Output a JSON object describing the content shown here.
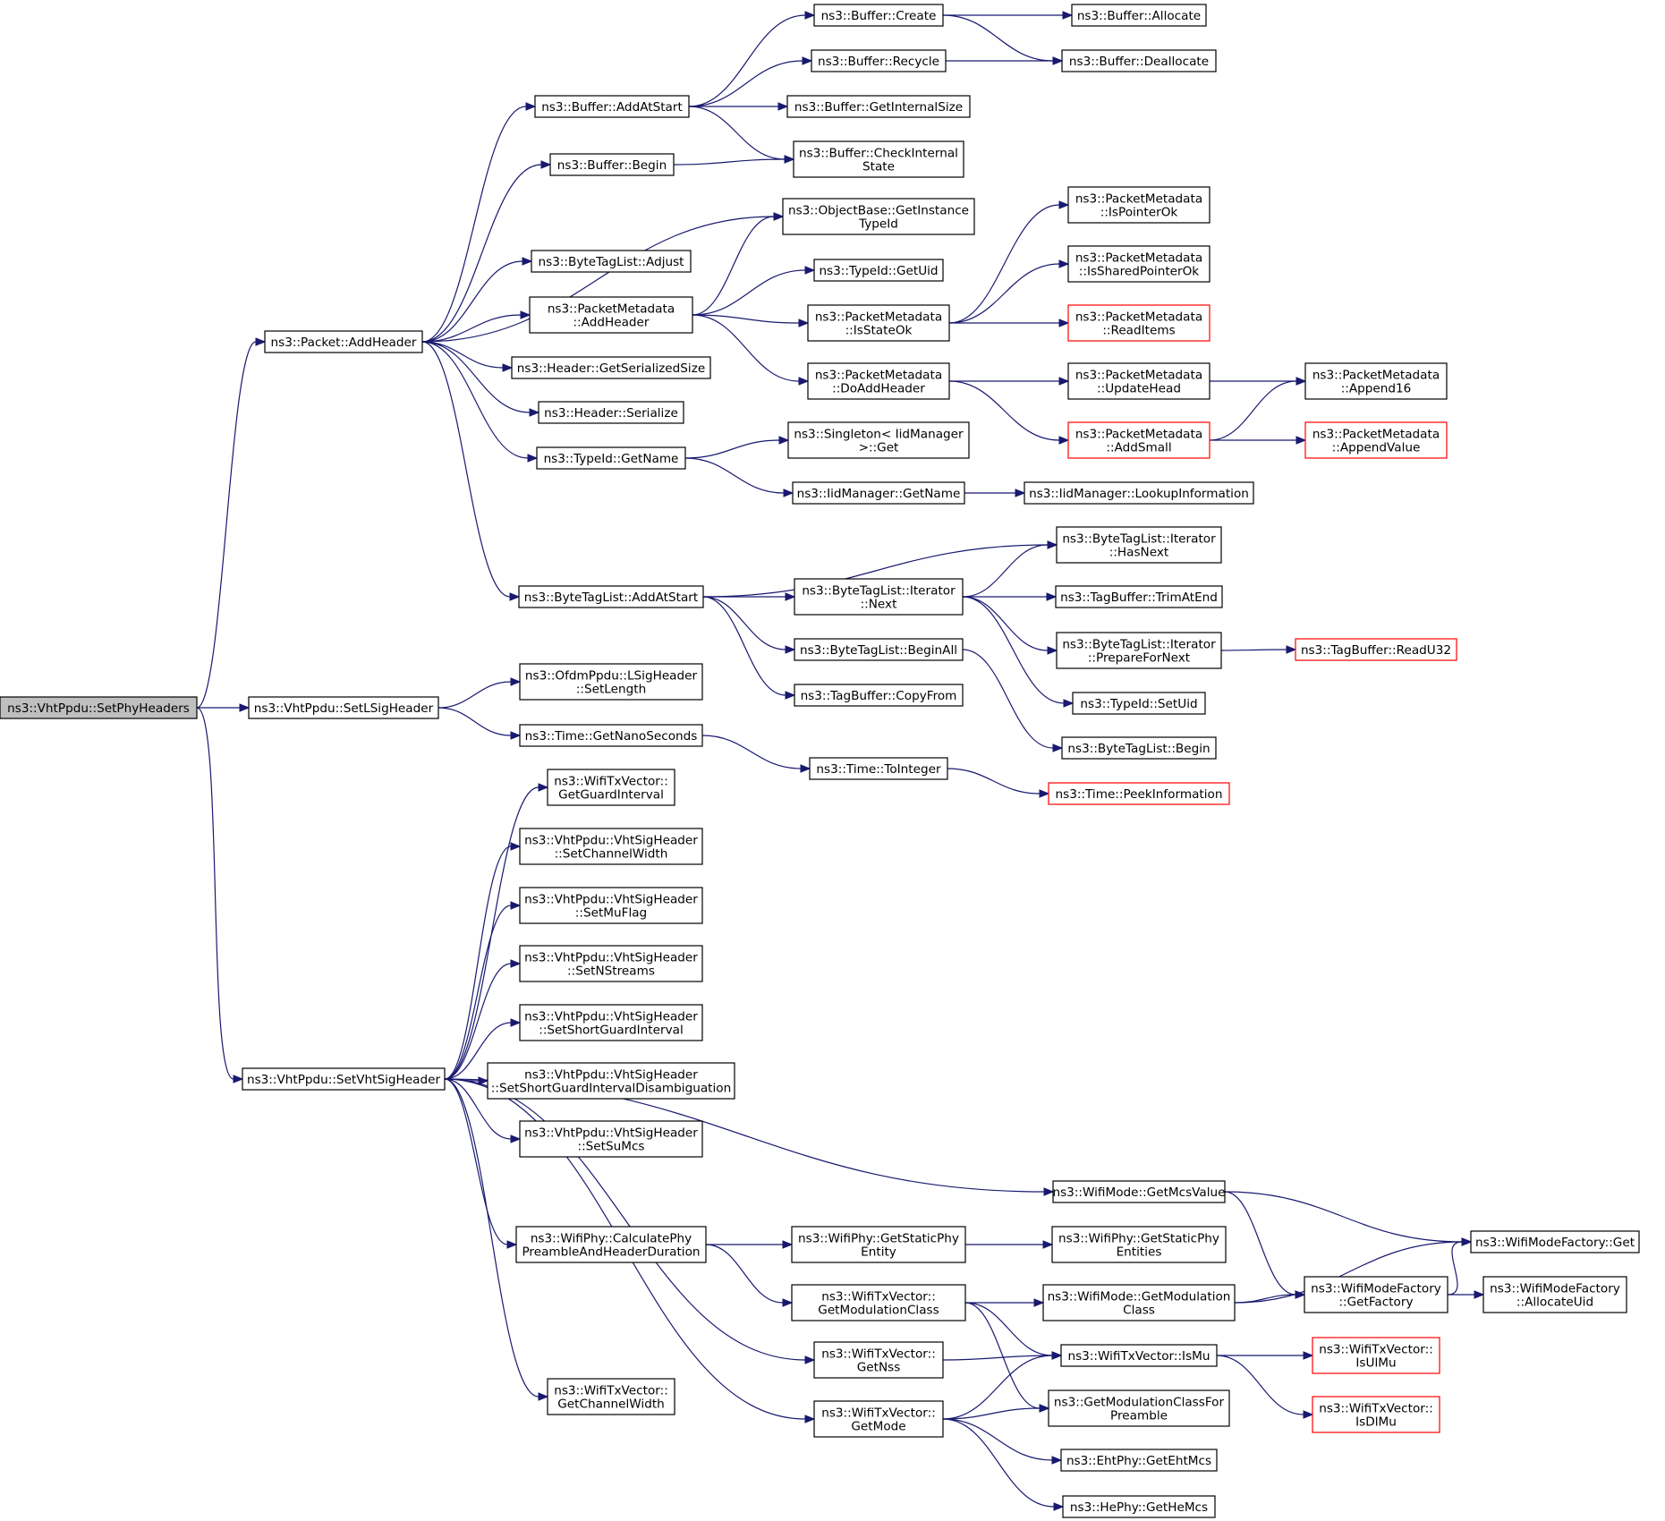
{
  "graph": {
    "root": "n0",
    "colors": {
      "edge": "#191970",
      "node_border": "#000000",
      "truncated_border": "#ff0000",
      "root_fill": "#bfbfbf",
      "node_fill": "#ffffff"
    },
    "nodes": [
      {
        "id": "n0",
        "lines": [
          "ns3::VhtPpdu::SetPhyHeaders"
        ],
        "style": "root"
      },
      {
        "id": "n1",
        "lines": [
          "ns3::Packet::AddHeader"
        ],
        "style": "normal"
      },
      {
        "id": "n2",
        "lines": [
          "ns3::VhtPpdu::SetLSigHeader"
        ],
        "style": "normal"
      },
      {
        "id": "n3",
        "lines": [
          "ns3::VhtPpdu::SetVhtSigHeader"
        ],
        "style": "normal"
      },
      {
        "id": "n4",
        "lines": [
          "ns3::Buffer::AddAtStart"
        ],
        "style": "normal"
      },
      {
        "id": "n5",
        "lines": [
          "ns3::Buffer::Begin"
        ],
        "style": "normal"
      },
      {
        "id": "n6",
        "lines": [
          "ns3::ObjectBase::GetInstance",
          "TypeId"
        ],
        "style": "normal"
      },
      {
        "id": "n7",
        "lines": [
          "ns3::ByteTagList::Adjust"
        ],
        "style": "normal"
      },
      {
        "id": "n8",
        "lines": [
          "ns3::PacketMetadata",
          "::AddHeader"
        ],
        "style": "normal"
      },
      {
        "id": "n9",
        "lines": [
          "ns3::Header::GetSerializedSize"
        ],
        "style": "normal"
      },
      {
        "id": "n10",
        "lines": [
          "ns3::Header::Serialize"
        ],
        "style": "normal"
      },
      {
        "id": "n11",
        "lines": [
          "ns3::TypeId::GetName"
        ],
        "style": "normal"
      },
      {
        "id": "n12",
        "lines": [
          "ns3::ByteTagList::AddAtStart"
        ],
        "style": "normal"
      },
      {
        "id": "n13",
        "lines": [
          "ns3::Buffer::Create"
        ],
        "style": "normal"
      },
      {
        "id": "n14",
        "lines": [
          "ns3::Buffer::Recycle"
        ],
        "style": "normal"
      },
      {
        "id": "n15",
        "lines": [
          "ns3::Buffer::GetInternalSize"
        ],
        "style": "normal"
      },
      {
        "id": "n16",
        "lines": [
          "ns3::Buffer::CheckInternal",
          "State"
        ],
        "style": "normal"
      },
      {
        "id": "n17",
        "lines": [
          "ns3::Buffer::Allocate"
        ],
        "style": "normal"
      },
      {
        "id": "n18",
        "lines": [
          "ns3::Buffer::Deallocate"
        ],
        "style": "normal"
      },
      {
        "id": "n19",
        "lines": [
          "ns3::TypeId::GetUid"
        ],
        "style": "normal"
      },
      {
        "id": "n20",
        "lines": [
          "ns3::PacketMetadata",
          "::IsStateOk"
        ],
        "style": "normal"
      },
      {
        "id": "n21",
        "lines": [
          "ns3::PacketMetadata",
          "::DoAddHeader"
        ],
        "style": "normal"
      },
      {
        "id": "n22",
        "lines": [
          "ns3::PacketMetadata",
          "::IsPointerOk"
        ],
        "style": "normal"
      },
      {
        "id": "n23",
        "lines": [
          "ns3::PacketMetadata",
          "::IsSharedPointerOk"
        ],
        "style": "normal"
      },
      {
        "id": "n24",
        "lines": [
          "ns3::PacketMetadata",
          "::ReadItems"
        ],
        "style": "truncated"
      },
      {
        "id": "n25",
        "lines": [
          "ns3::PacketMetadata",
          "::UpdateHead"
        ],
        "style": "normal"
      },
      {
        "id": "n26",
        "lines": [
          "ns3::PacketMetadata",
          "::AddSmall"
        ],
        "style": "truncated"
      },
      {
        "id": "n27",
        "lines": [
          "ns3::PacketMetadata",
          "::Append16"
        ],
        "style": "normal"
      },
      {
        "id": "n28",
        "lines": [
          "ns3::PacketMetadata",
          "::AppendValue"
        ],
        "style": "truncated"
      },
      {
        "id": "n29",
        "lines": [
          "ns3::Singleton< IidManager",
          " >::Get"
        ],
        "style": "normal"
      },
      {
        "id": "n30",
        "lines": [
          "ns3::IidManager::GetName"
        ],
        "style": "normal"
      },
      {
        "id": "n31",
        "lines": [
          "ns3::IidManager::LookupInformation"
        ],
        "style": "normal"
      },
      {
        "id": "n32",
        "lines": [
          "ns3::ByteTagList::Iterator",
          "::Next"
        ],
        "style": "normal"
      },
      {
        "id": "n33",
        "lines": [
          "ns3::ByteTagList::BeginAll"
        ],
        "style": "normal"
      },
      {
        "id": "n34",
        "lines": [
          "ns3::TagBuffer::CopyFrom"
        ],
        "style": "normal"
      },
      {
        "id": "n35",
        "lines": [
          "ns3::ByteTagList::Iterator",
          "::HasNext"
        ],
        "style": "normal"
      },
      {
        "id": "n36",
        "lines": [
          "ns3::TagBuffer::TrimAtEnd"
        ],
        "style": "normal"
      },
      {
        "id": "n37",
        "lines": [
          "ns3::ByteTagList::Iterator",
          "::PrepareForNext"
        ],
        "style": "normal"
      },
      {
        "id": "n38",
        "lines": [
          "ns3::TagBuffer::ReadU32"
        ],
        "style": "truncated"
      },
      {
        "id": "n39",
        "lines": [
          "ns3::TypeId::SetUid"
        ],
        "style": "normal"
      },
      {
        "id": "n40",
        "lines": [
          "ns3::ByteTagList::Begin"
        ],
        "style": "normal"
      },
      {
        "id": "n41",
        "lines": [
          "ns3::OfdmPpdu::LSigHeader",
          "::SetLength"
        ],
        "style": "normal"
      },
      {
        "id": "n42",
        "lines": [
          "ns3::Time::GetNanoSeconds"
        ],
        "style": "normal"
      },
      {
        "id": "n43",
        "lines": [
          "ns3::Time::ToInteger"
        ],
        "style": "normal"
      },
      {
        "id": "n44",
        "lines": [
          "ns3::Time::PeekInformation"
        ],
        "style": "truncated"
      },
      {
        "id": "n45",
        "lines": [
          "ns3::WifiTxVector::",
          "GetGuardInterval"
        ],
        "style": "normal"
      },
      {
        "id": "n46",
        "lines": [
          "ns3::VhtPpdu::VhtSigHeader",
          "::SetChannelWidth"
        ],
        "style": "normal"
      },
      {
        "id": "n47",
        "lines": [
          "ns3::VhtPpdu::VhtSigHeader",
          "::SetMuFlag"
        ],
        "style": "normal"
      },
      {
        "id": "n48",
        "lines": [
          "ns3::VhtPpdu::VhtSigHeader",
          "::SetNStreams"
        ],
        "style": "normal"
      },
      {
        "id": "n49",
        "lines": [
          "ns3::VhtPpdu::VhtSigHeader",
          "::SetShortGuardInterval"
        ],
        "style": "normal"
      },
      {
        "id": "n50",
        "lines": [
          "ns3::VhtPpdu::VhtSigHeader",
          "::SetShortGuardIntervalDisambiguation"
        ],
        "style": "normal"
      },
      {
        "id": "n51",
        "lines": [
          "ns3::VhtPpdu::VhtSigHeader",
          "::SetSuMcs"
        ],
        "style": "normal"
      },
      {
        "id": "n52",
        "lines": [
          "ns3::WifiMode::GetMcsValue"
        ],
        "style": "normal"
      },
      {
        "id": "n53",
        "lines": [
          "ns3::WifiPhy::CalculatePhy",
          "PreambleAndHeaderDuration"
        ],
        "style": "normal"
      },
      {
        "id": "n54",
        "lines": [
          "ns3::WifiTxVector::",
          "GetNss"
        ],
        "style": "normal"
      },
      {
        "id": "n55",
        "lines": [
          "ns3::WifiTxVector::",
          "GetChannelWidth"
        ],
        "style": "normal"
      },
      {
        "id": "n56",
        "lines": [
          "ns3::WifiTxVector::",
          "GetMode"
        ],
        "style": "normal"
      },
      {
        "id": "n57",
        "lines": [
          "ns3::WifiModeFactory::Get"
        ],
        "style": "normal"
      },
      {
        "id": "n58",
        "lines": [
          "ns3::WifiModeFactory",
          "::GetFactory"
        ],
        "style": "normal"
      },
      {
        "id": "n59",
        "lines": [
          "ns3::WifiPhy::GetStaticPhy",
          "Entity"
        ],
        "style": "normal"
      },
      {
        "id": "n60",
        "lines": [
          "ns3::WifiTxVector::",
          "GetModulationClass"
        ],
        "style": "normal"
      },
      {
        "id": "n61",
        "lines": [
          "ns3::WifiPhy::GetStaticPhy",
          "Entities"
        ],
        "style": "normal"
      },
      {
        "id": "n62",
        "lines": [
          "ns3::WifiMode::GetModulation",
          "Class"
        ],
        "style": "normal"
      },
      {
        "id": "n63",
        "lines": [
          "ns3::WifiTxVector::IsMu"
        ],
        "style": "normal"
      },
      {
        "id": "n64",
        "lines": [
          "ns3::GetModulationClassFor",
          "Preamble"
        ],
        "style": "normal"
      },
      {
        "id": "n65",
        "lines": [
          "ns3::WifiModeFactory",
          "::AllocateUid"
        ],
        "style": "normal"
      },
      {
        "id": "n66",
        "lines": [
          "ns3::WifiTxVector::",
          "IsUlMu"
        ],
        "style": "truncated"
      },
      {
        "id": "n67",
        "lines": [
          "ns3::WifiTxVector::",
          "IsDlMu"
        ],
        "style": "truncated"
      },
      {
        "id": "n68",
        "lines": [
          "ns3::EhtPhy::GetEhtMcs"
        ],
        "style": "normal"
      },
      {
        "id": "n69",
        "lines": [
          "ns3::HePhy::GetHeMcs"
        ],
        "style": "normal"
      }
    ],
    "edges": [
      [
        "n0",
        "n1"
      ],
      [
        "n0",
        "n2"
      ],
      [
        "n0",
        "n3"
      ],
      [
        "n1",
        "n4"
      ],
      [
        "n1",
        "n5"
      ],
      [
        "n1",
        "n6"
      ],
      [
        "n1",
        "n7"
      ],
      [
        "n1",
        "n8"
      ],
      [
        "n1",
        "n9"
      ],
      [
        "n1",
        "n10"
      ],
      [
        "n1",
        "n11"
      ],
      [
        "n1",
        "n12"
      ],
      [
        "n4",
        "n13"
      ],
      [
        "n4",
        "n14"
      ],
      [
        "n4",
        "n15"
      ],
      [
        "n4",
        "n16"
      ],
      [
        "n5",
        "n16"
      ],
      [
        "n13",
        "n17"
      ],
      [
        "n13",
        "n18"
      ],
      [
        "n14",
        "n18"
      ],
      [
        "n8",
        "n6"
      ],
      [
        "n8",
        "n19"
      ],
      [
        "n8",
        "n20"
      ],
      [
        "n8",
        "n21"
      ],
      [
        "n20",
        "n22"
      ],
      [
        "n20",
        "n23"
      ],
      [
        "n20",
        "n24"
      ],
      [
        "n21",
        "n25"
      ],
      [
        "n21",
        "n26"
      ],
      [
        "n25",
        "n27"
      ],
      [
        "n26",
        "n27"
      ],
      [
        "n26",
        "n28"
      ],
      [
        "n11",
        "n29"
      ],
      [
        "n11",
        "n30"
      ],
      [
        "n30",
        "n31"
      ],
      [
        "n12",
        "n35"
      ],
      [
        "n12",
        "n32"
      ],
      [
        "n12",
        "n33"
      ],
      [
        "n12",
        "n34"
      ],
      [
        "n32",
        "n35"
      ],
      [
        "n32",
        "n36"
      ],
      [
        "n32",
        "n37"
      ],
      [
        "n32",
        "n39"
      ],
      [
        "n37",
        "n38"
      ],
      [
        "n33",
        "n40"
      ],
      [
        "n2",
        "n41"
      ],
      [
        "n2",
        "n42"
      ],
      [
        "n42",
        "n43"
      ],
      [
        "n43",
        "n44"
      ],
      [
        "n3",
        "n45"
      ],
      [
        "n3",
        "n46"
      ],
      [
        "n3",
        "n47"
      ],
      [
        "n3",
        "n48"
      ],
      [
        "n3",
        "n49"
      ],
      [
        "n3",
        "n50"
      ],
      [
        "n3",
        "n51"
      ],
      [
        "n3",
        "n52"
      ],
      [
        "n3",
        "n53"
      ],
      [
        "n3",
        "n54"
      ],
      [
        "n3",
        "n55"
      ],
      [
        "n3",
        "n56"
      ],
      [
        "n52",
        "n57"
      ],
      [
        "n52",
        "n58"
      ],
      [
        "n53",
        "n59"
      ],
      [
        "n53",
        "n60"
      ],
      [
        "n59",
        "n61"
      ],
      [
        "n60",
        "n62"
      ],
      [
        "n60",
        "n63"
      ],
      [
        "n60",
        "n64"
      ],
      [
        "n62",
        "n57"
      ],
      [
        "n62",
        "n58"
      ],
      [
        "n58",
        "n57"
      ],
      [
        "n58",
        "n65"
      ],
      [
        "n63",
        "n66"
      ],
      [
        "n63",
        "n67"
      ],
      [
        "n54",
        "n63"
      ],
      [
        "n56",
        "n63"
      ],
      [
        "n56",
        "n64"
      ],
      [
        "n56",
        "n68"
      ],
      [
        "n56",
        "n69"
      ]
    ]
  }
}
